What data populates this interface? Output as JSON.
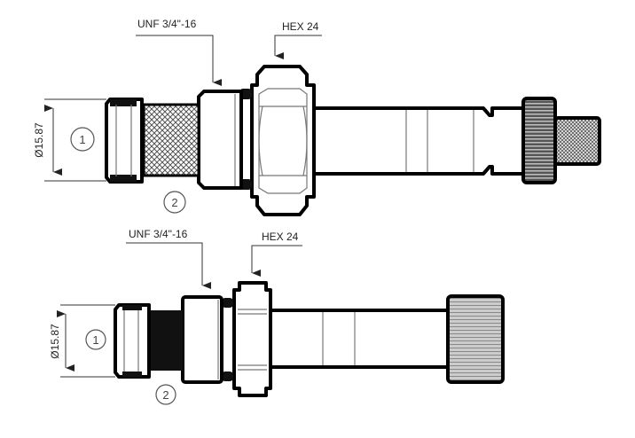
{
  "top_view": {
    "thread_label": "UNF 3/4\"-16",
    "hex_label": "HEX 24",
    "diameter_label": "Ø15.87",
    "callout_1": "1",
    "callout_2": "2"
  },
  "bottom_view": {
    "thread_label": "UNF 3/4\"-16",
    "hex_label": "HEX 24",
    "diameter_label": "Ø15.87",
    "callout_1": "1",
    "callout_2": "2"
  }
}
